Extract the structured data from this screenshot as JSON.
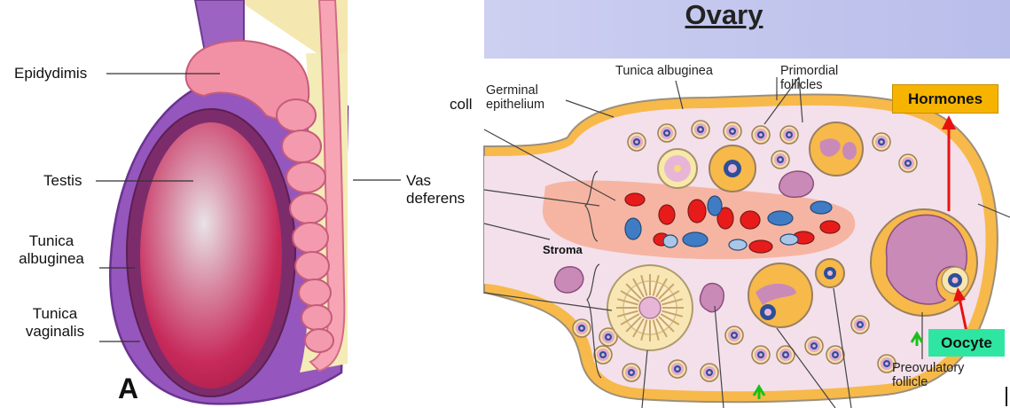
{
  "testis_panel": {
    "panel_letter": "A",
    "labels": {
      "epididymis": "Epidydimis",
      "testis": "Testis",
      "tunica_albuginea": [
        "Tunica",
        "albuginea"
      ],
      "tunica_vaginalis": [
        "Tunica",
        "vaginalis"
      ],
      "vas_deferens": [
        "Vas",
        "deferens"
      ]
    }
  },
  "ovary_panel": {
    "title": "Ovary",
    "labels": {
      "germinal_epithelium": [
        "Germinal",
        "epithelium"
      ],
      "tunica_albuginea": "Tunica albuginea",
      "primordial_follicles": [
        "Primordial",
        "follicles"
      ],
      "coll": "coll",
      "stroma": "Stroma",
      "preovulatory_follicle": [
        "Preovulatory",
        "follicle"
      ]
    },
    "hormones_box": {
      "label": "Hormones",
      "color": "#f6b400"
    },
    "oocyte_box": {
      "label": "Oocyte",
      "color": "#2ee6a2"
    }
  },
  "colors": {
    "title_band": "#c7cbef",
    "ovary_fill": "#f5e1ec",
    "cortex_ring": "#f7b94a",
    "medulla": "#f6b49a",
    "testis_outer": "#8e4fb4",
    "testis_body": "#c8285a",
    "epididymis": "#f28ea2",
    "vas_deferens": "#f6a6b6",
    "arrow_red": "#e81111",
    "arrow_green": "#19c019"
  }
}
